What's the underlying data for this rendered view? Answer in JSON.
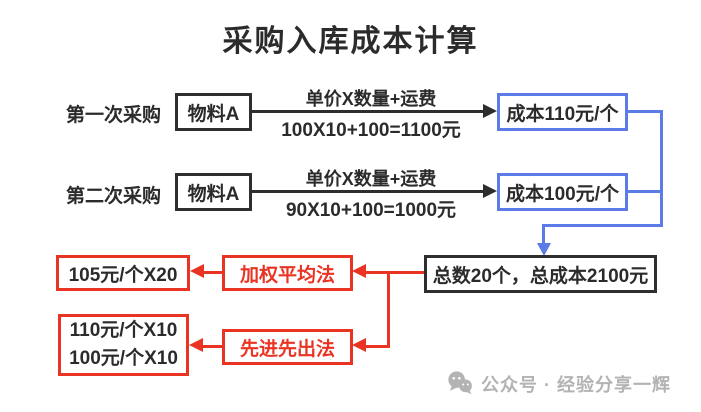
{
  "title": "采购入库成本计算",
  "colors": {
    "line_black": "#2e2e2e",
    "accent_blue": "#5b7be6",
    "accent_red": "#ea3423",
    "watermark_gray": "#b3b3b3"
  },
  "rows": [
    {
      "label": "第一次采购",
      "material": "物料A",
      "formula_top": "单价X数量+运费",
      "formula_bottom": "100X10+100=1100元",
      "result": "成本110元/个"
    },
    {
      "label": "第二次采购",
      "material": "物料A",
      "formula_top": "单价X数量+运费",
      "formula_bottom": "90X10+100=1000元",
      "result": "成本100元/个"
    }
  ],
  "total_box": "总数20个，总成本2100元",
  "methods": [
    {
      "name": "加权平均法",
      "result_lines": [
        "105元/个X20"
      ]
    },
    {
      "name": "先进先出法",
      "result_lines": [
        "110元/个X10",
        "100元/个X10"
      ]
    }
  ],
  "watermark": {
    "icon": "wechat-icon",
    "text": "公众号 · 经验分享一辉"
  }
}
